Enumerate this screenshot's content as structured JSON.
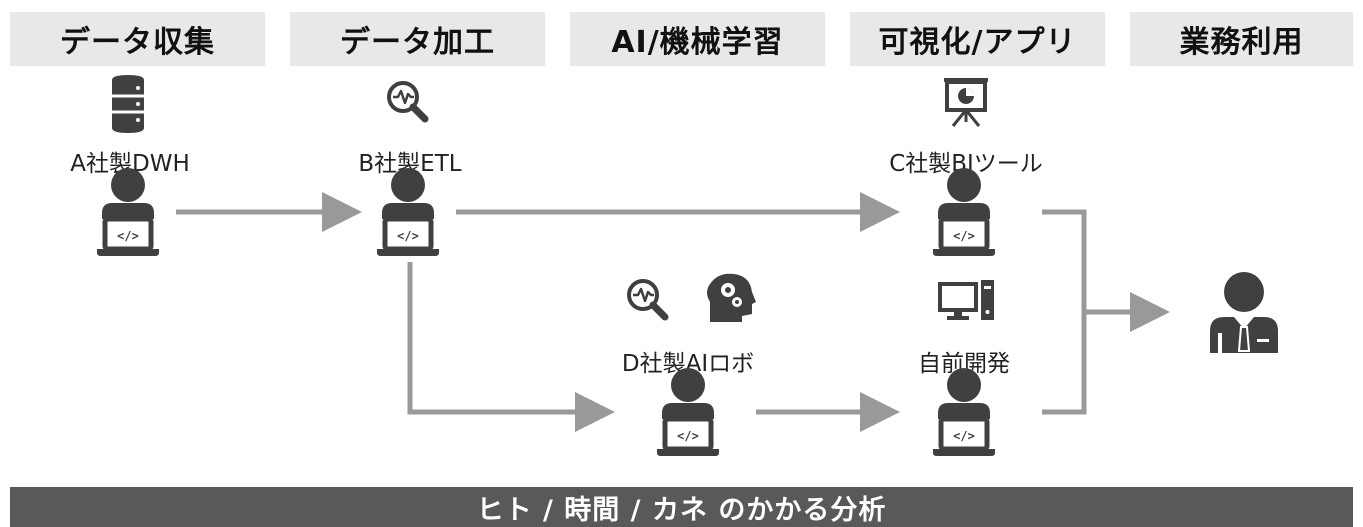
{
  "stages": [
    "データ収集",
    "データ加工",
    "AI/機械学習",
    "可視化/アプリ",
    "業務利用"
  ],
  "tools": {
    "a": "A社製DWH",
    "b": "B社製ETL",
    "c": "C社製BIツール",
    "d": "D社製AIロボ",
    "e": "自前開発"
  },
  "footer": "ヒト / 時間 / カネ のかかる分析",
  "colors": {
    "header_bg": "#e8e8e8",
    "icon": "#404040",
    "arrow": "#999999",
    "footer_bg": "#595959"
  }
}
